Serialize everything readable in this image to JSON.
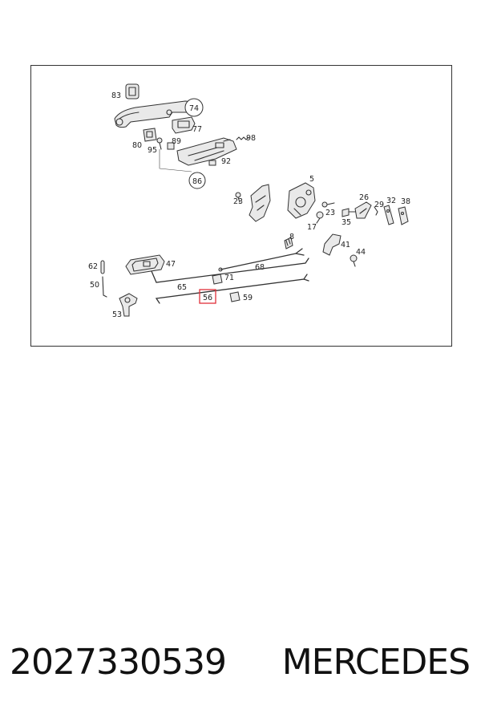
{
  "footer": {
    "part_number": "2027330539",
    "brand": "MERCEDES"
  },
  "diagram": {
    "highlight_color": "#e0303a",
    "labels": {
      "l83": "83",
      "l74": "74",
      "l77": "77",
      "l80": "80",
      "l95": "95",
      "l89": "89",
      "l98": "98",
      "l92": "92",
      "l86": "86",
      "l5": "5",
      "l23a": "23",
      "l23b": "23",
      "l26": "26",
      "l29": "29",
      "l32": "32",
      "l38": "38",
      "l17": "17",
      "l35": "35",
      "l8": "8",
      "l41": "41",
      "l44": "44",
      "l62": "62",
      "l47": "47",
      "l68": "68",
      "l50": "50",
      "l65": "65",
      "l71": "71",
      "l56": "56",
      "l59": "59",
      "l53": "53"
    }
  }
}
